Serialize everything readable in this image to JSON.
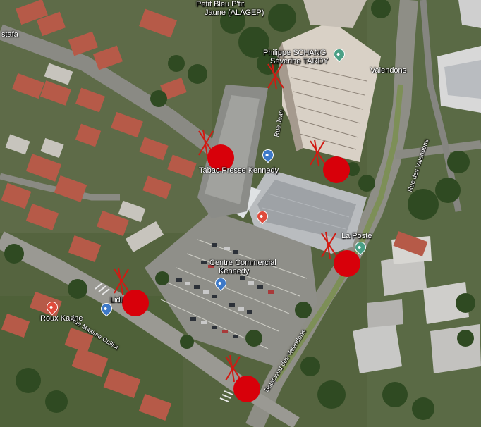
{
  "colors": {
    "marker": "#d8000a",
    "cross": "#d11a12",
    "pin_blue": "#3d79c8",
    "pin_red": "#e04b3c",
    "pin_green": "#4a9f85"
  },
  "labels": {
    "stafa": "stafa",
    "petit_bleu": "Petit Bleu P'tit",
    "jaune": "Jaune (ALAGEP)",
    "schang": "Philippe SCHANG",
    "tardy": "Séverine TARDY",
    "valendons": "Valendons",
    "tabac": "Tabac Presse Kennedy",
    "la_poste": "La Poste",
    "centre_1": "Centre Commercial",
    "centre_2": "Kennedy",
    "lidl": "Lidl",
    "rue_maxime": "Rue Maxime Guillot",
    "roux": "Roux Karine",
    "bd_valendons": "Boulevard des Valendons",
    "rue_right": "Rue des Valendons",
    "small_road": "Rue Jean"
  },
  "icons": {
    "pin": "map-pin-icon",
    "accident": "accident-marker-icon",
    "crossing": "crossing-lines-icon"
  }
}
